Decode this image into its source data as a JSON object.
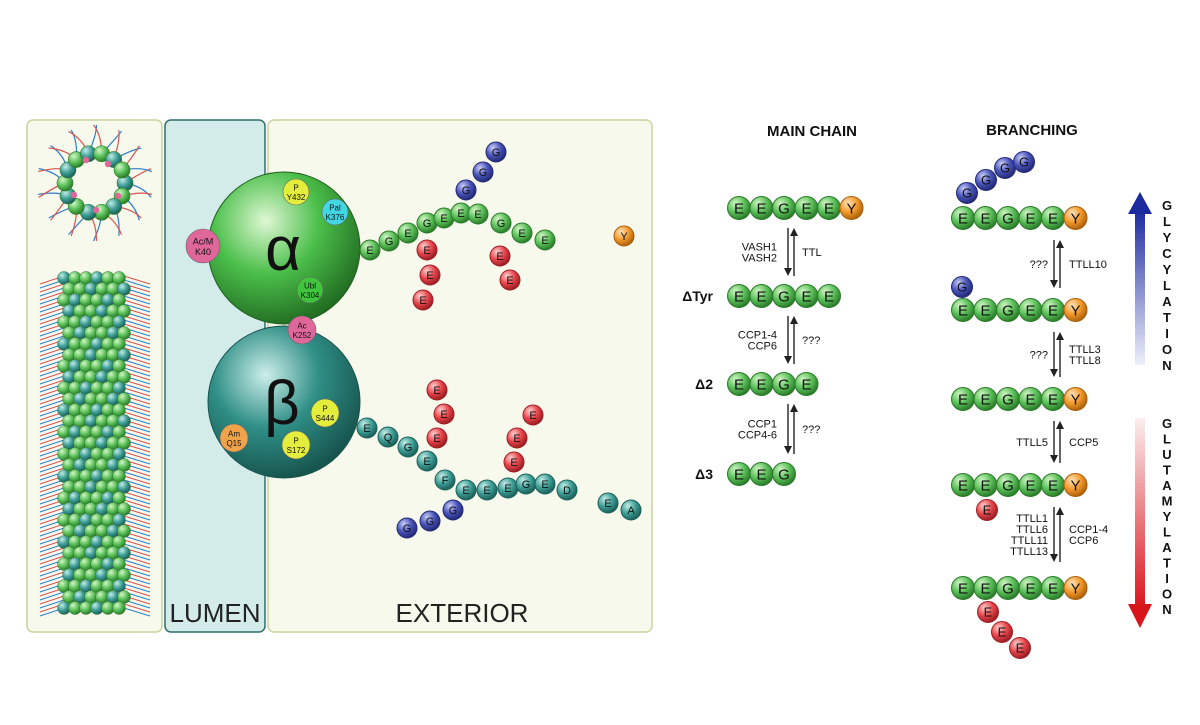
{
  "panels": {
    "lumen_label": "LUMEN",
    "exterior_label": "EXTERIOR"
  },
  "alpha": {
    "symbol": "α",
    "mods": [
      {
        "l1": "P",
        "l2": "Y432",
        "color": "#e4ec3c"
      },
      {
        "l1": "Pal",
        "l2": "K376",
        "color": "#43d7e4"
      },
      {
        "l1": "Ac/M",
        "l2": "K40",
        "color": "#e0679a"
      },
      {
        "l1": "Ubl",
        "l2": "K304",
        "color": "#3fc63c"
      }
    ],
    "tail": [
      "E",
      "G",
      "E",
      "G",
      "E",
      "E",
      "E",
      "G",
      "E",
      "E",
      "Y"
    ],
    "branch_glu_1": [
      "E",
      "E",
      "E"
    ],
    "branch_glu_2": [
      "E",
      "E"
    ],
    "branch_gly": [
      "G",
      "G",
      "G"
    ]
  },
  "beta": {
    "symbol": "β",
    "mods": [
      {
        "l1": "Ac",
        "l2": "K252",
        "color": "#e0679a"
      },
      {
        "l1": "P",
        "l2": "S444",
        "color": "#e4ec3c"
      },
      {
        "l1": "Am",
        "l2": "Q15",
        "color": "#f0a34a"
      },
      {
        "l1": "P",
        "l2": "S172",
        "color": "#e4ec3c"
      }
    ],
    "tail": [
      "E",
      "Q",
      "G",
      "E",
      "F",
      "E",
      "E",
      "E",
      "G",
      "E",
      "D",
      "E",
      "A"
    ],
    "branch_glu_1": [
      "E",
      "E",
      "E"
    ],
    "branch_glu_2": [
      "E",
      "E",
      "E"
    ],
    "branch_gly": [
      "G",
      "G",
      "G"
    ]
  },
  "main_chain": {
    "title": "MAIN CHAIN",
    "rows": [
      {
        "label": "",
        "residues": [
          "E",
          "E",
          "G",
          "E",
          "E",
          "Y"
        ]
      },
      {
        "label": "ΔTyr",
        "residues": [
          "E",
          "E",
          "G",
          "E",
          "E"
        ]
      },
      {
        "label": "Δ2",
        "residues": [
          "E",
          "E",
          "G",
          "E"
        ]
      },
      {
        "label": "Δ3",
        "residues": [
          "E",
          "E",
          "G"
        ]
      }
    ],
    "steps": [
      {
        "left": [
          "VASH1",
          "VASH2"
        ],
        "right": [
          "TTL"
        ]
      },
      {
        "left": [
          "CCP1-4",
          "CCP6"
        ],
        "right": [
          "???"
        ]
      },
      {
        "left": [
          "CCP1",
          "CCP4-6"
        ],
        "right": [
          "???"
        ]
      }
    ]
  },
  "branching": {
    "title": "BRANCHING",
    "rows": [
      {
        "residues": [
          "E",
          "E",
          "G",
          "E",
          "E",
          "Y"
        ],
        "side": [
          "G",
          "G",
          "G",
          "G"
        ],
        "side_type": "gly"
      },
      {
        "residues": [
          "E",
          "E",
          "G",
          "E",
          "E",
          "Y"
        ],
        "side": [
          "G"
        ],
        "side_type": "gly"
      },
      {
        "residues": [
          "E",
          "E",
          "G",
          "E",
          "E",
          "Y"
        ],
        "side": [],
        "side_type": "none"
      },
      {
        "residues": [
          "E",
          "E",
          "G",
          "E",
          "E",
          "Y"
        ],
        "side": [
          "E"
        ],
        "side_type": "glu"
      },
      {
        "residues": [
          "E",
          "E",
          "G",
          "E",
          "E",
          "Y"
        ],
        "side": [
          "E",
          "E",
          "E"
        ],
        "side_type": "glu"
      }
    ],
    "steps": [
      {
        "left": [
          "???"
        ],
        "right": [
          "TTLL10"
        ]
      },
      {
        "left": [
          "???"
        ],
        "right": [
          "TTLL3",
          "TTLL8"
        ]
      },
      {
        "left": [
          "TTLL5"
        ],
        "right": [
          "CCP5"
        ]
      },
      {
        "left": [
          "TTLL1",
          "TTLL6",
          "TTLL11",
          "TTLL13"
        ],
        "right": [
          "CCP1-4",
          "CCP6"
        ]
      }
    ],
    "glycylation_label": "GLYCYLATION",
    "glutamylation_label": "GLUTAMYLATION"
  },
  "colors": {
    "glu": "#5cc15a",
    "glu_red": "#e8454b",
    "gly": "#4752b8",
    "tyr": "#f39a2c",
    "beta_chain": "#3d9e96",
    "alpha_ball": "#4bbf4a",
    "beta_ball": "#2f8f86",
    "lumen": "#d3ecea",
    "panel": "#f7f9ec"
  }
}
